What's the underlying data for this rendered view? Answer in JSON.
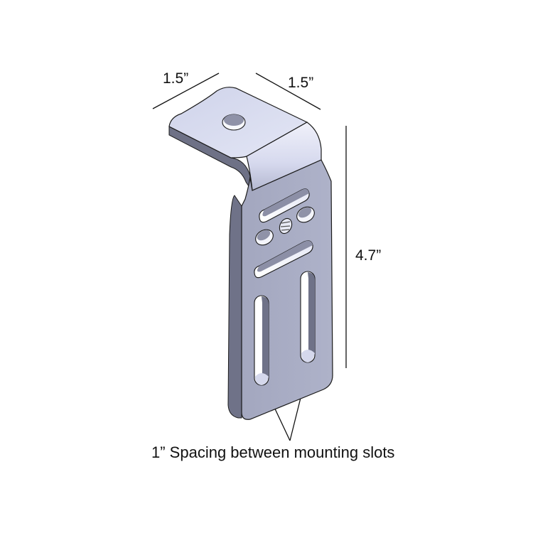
{
  "diagram": {
    "subject": "L-shaped mounting bracket",
    "dimensions": {
      "top_width_left": "1.5”",
      "top_width_right": "1.5”",
      "height": "4.7”"
    },
    "caption": "1” Spacing between mounting slots",
    "colors": {
      "face_light": "#d8dcf0",
      "face_mid": "#a9adc4",
      "edge_dark": "#6e7186",
      "outline": "#1a1a1a",
      "dimension_line": "#111111",
      "background": "#ffffff"
    }
  }
}
